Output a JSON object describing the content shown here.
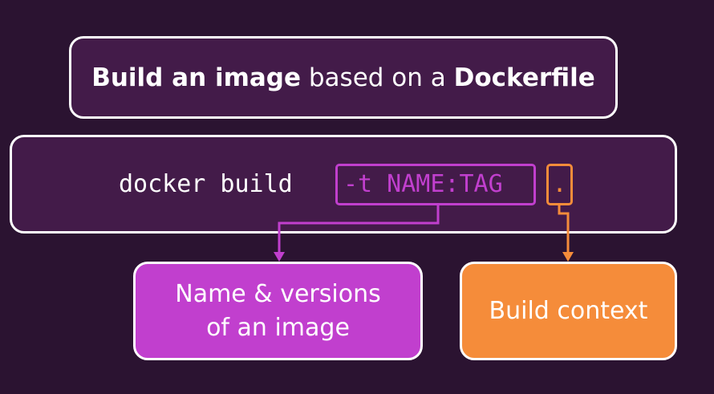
{
  "header": {
    "title_part1": "Build an image",
    "title_part2": " based on a ",
    "title_part3": "Dockerfile"
  },
  "command": {
    "base": "docker build ",
    "flag": "-t NAME:TAG",
    "context": "."
  },
  "annotations": {
    "name_line1": "Name & versions",
    "name_line2": "of an image",
    "context_label": "Build context"
  },
  "colors": {
    "background": "#2b1331",
    "panel": "#431b49",
    "flag_accent": "#c13fce",
    "context_accent": "#f58c3a",
    "border": "#ffffff"
  }
}
